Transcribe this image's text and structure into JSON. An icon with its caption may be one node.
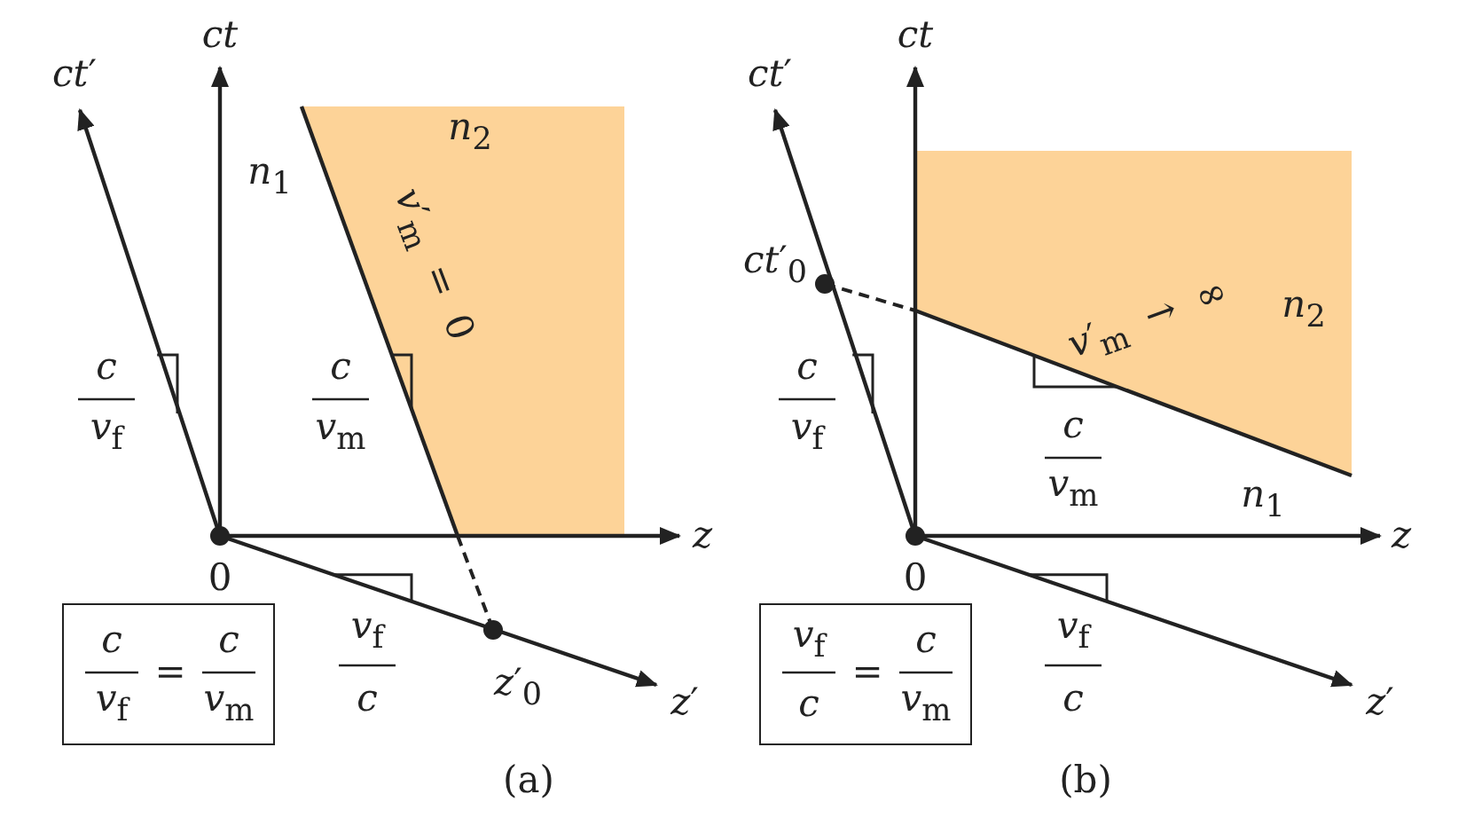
{
  "diagram": {
    "nodes": [
      {
        "text": [
          "*c*",
          "*v*$_{f}$",
          "=",
          "*c*",
          "*v*$_{m}$"
        ]
      },
      {
        "text": [
          "*v*$_{f}$",
          "*c*",
          "=",
          "*c*",
          "*v*$_{m}$"
        ]
      }
    ],
    "labels": [
      "*ct*′",
      "*ct*",
      "*n*$_{1}$",
      "*n*$_{2}$",
      "*v*′$_{m}$ = 0",
      "*c*",
      "*v*$_{f}$",
      "*c*",
      "*v*$_{m}$",
      "0",
      "*z*",
      "*v*$_{f}$",
      "*c*",
      "*z*′$_{0}$",
      "*z*′",
      "(a)",
      "*ct*′",
      "*ct*",
      "*ct*′$_{0}$",
      "*c*",
      "*v*$_{f}$",
      "*n*$_{2}$",
      "*v*′$_{m}$ → ∞",
      "*c*",
      "*v*$_{m}$",
      "*n*$_{1}$",
      "0",
      "*z*",
      "*v*$_{f}$",
      "*c*",
      "*z*′",
      "(b)"
    ]
  }
}
